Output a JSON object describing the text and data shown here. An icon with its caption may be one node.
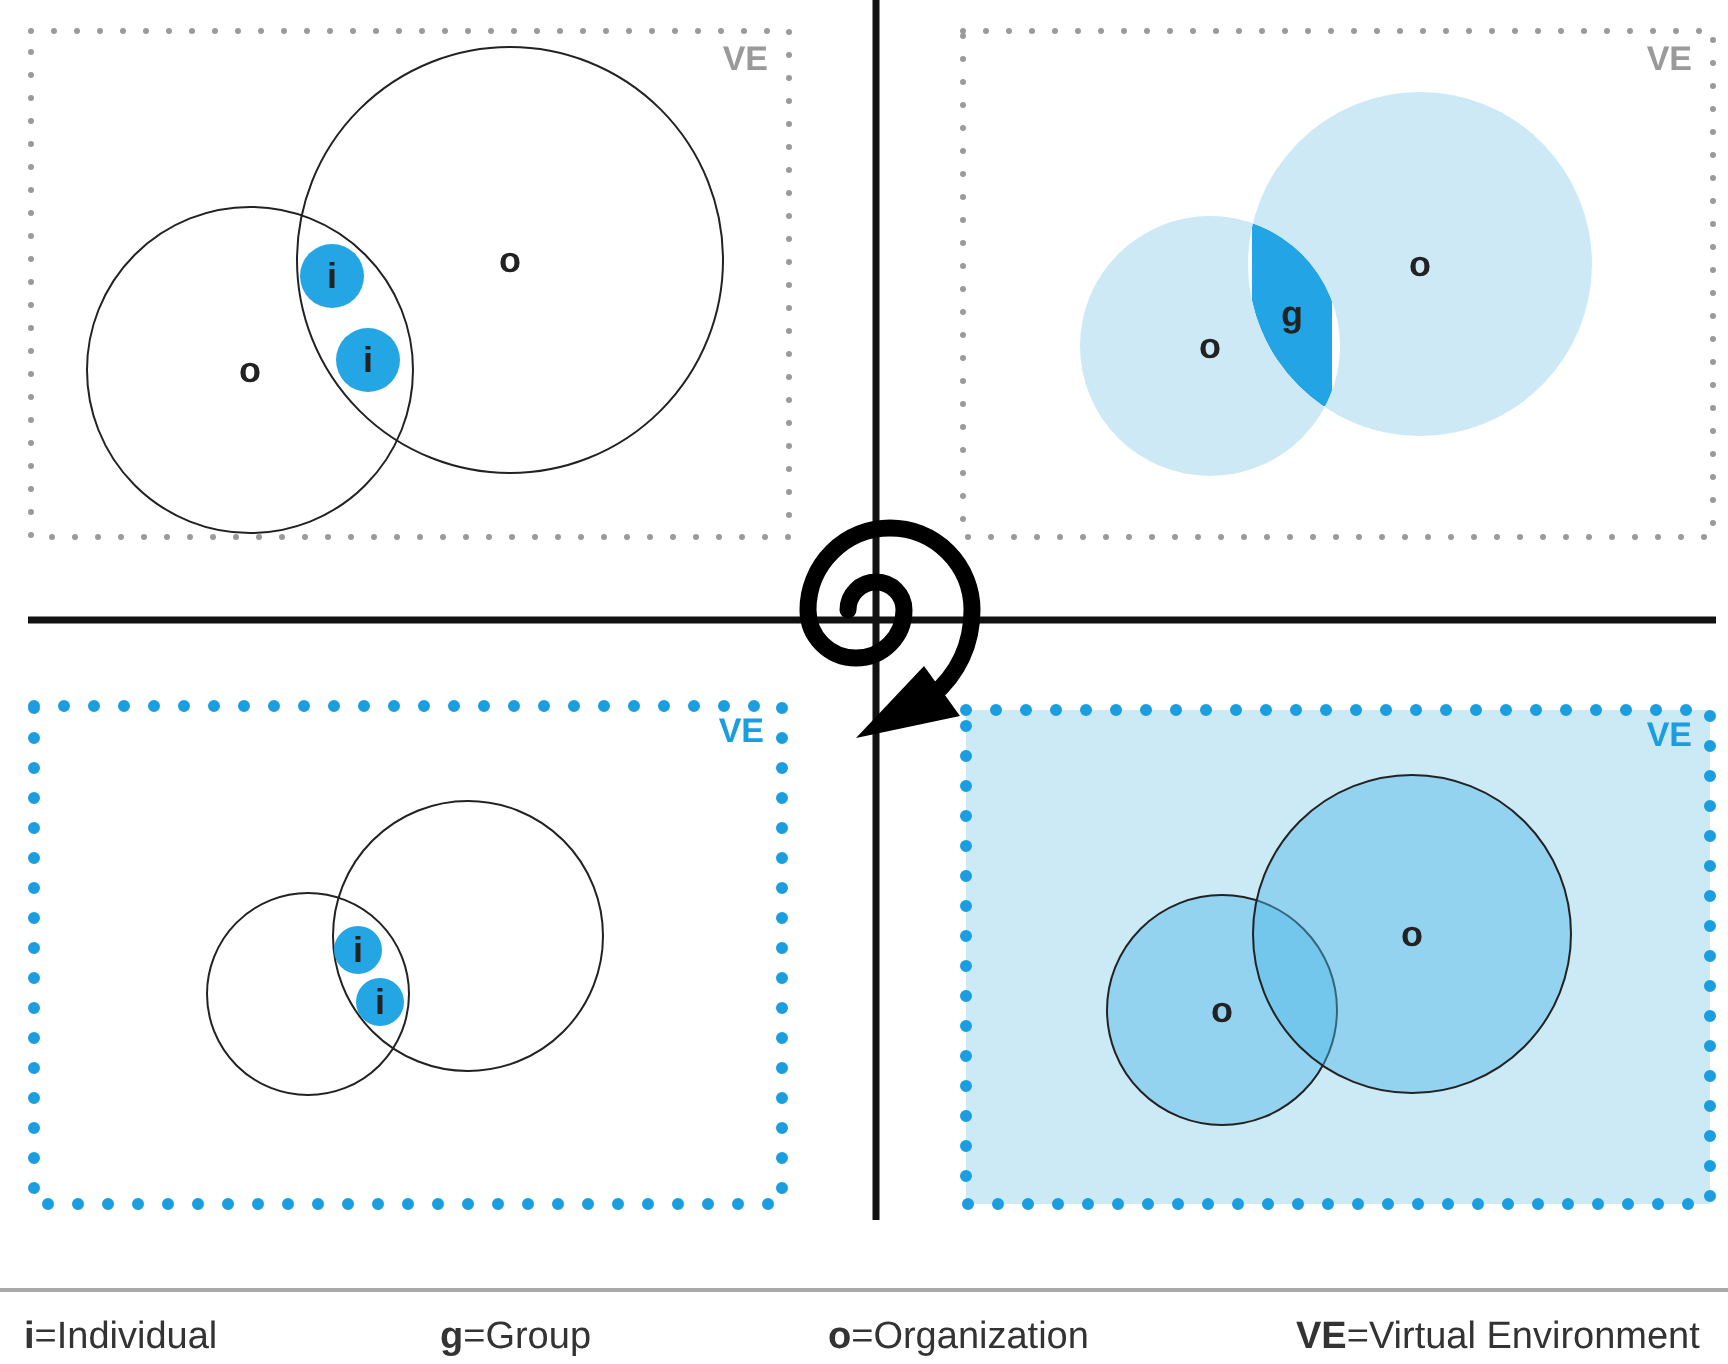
{
  "diagram": {
    "nodes": [
      {
        "text": [
          "VE"
        ]
      },
      {
        "text": [
          "o"
        ],
        "in": 0
      },
      {
        "text": [
          "o"
        ],
        "in": 0
      },
      {
        "text": [
          "i"
        ]
      },
      {
        "text": [
          "i"
        ]
      },
      {
        "text": [
          "VE"
        ]
      },
      {
        "text": [
          "o"
        ],
        "in": 5
      },
      {
        "text": [
          "o"
        ],
        "in": 5
      },
      {
        "text": [
          "g"
        ],
        "in": 5
      },
      {
        "text": [
          "VE"
        ]
      },
      {
        "text": [],
        "shape": "circle",
        "in": 9
      },
      {
        "text": [],
        "shape": "circle",
        "in": 9
      },
      {
        "text": [
          "i"
        ]
      },
      {
        "text": [
          "i"
        ]
      },
      {
        "text": [
          "VE"
        ]
      },
      {
        "text": [
          "o"
        ],
        "in": 14
      },
      {
        "text": [
          "o"
        ],
        "in": 14
      }
    ],
    "labels": [
      "**i**=Individual",
      "**g**=Group",
      "**o**=Organization",
      "**VE**=Virtual Environment"
    ]
  }
}
